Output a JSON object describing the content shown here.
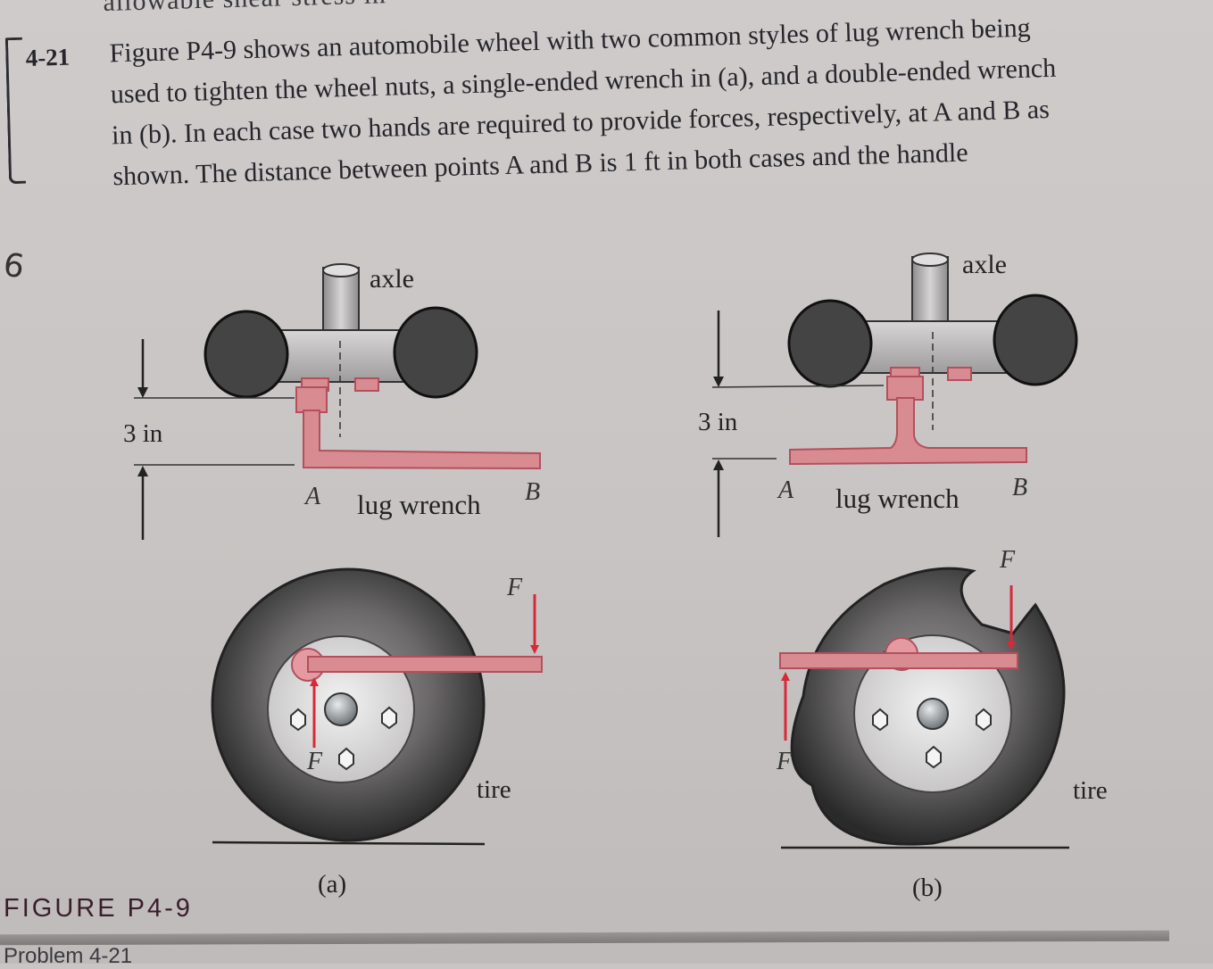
{
  "header_fragment": "allowable shear stress in",
  "problem": {
    "number": "4-21",
    "lines": [
      "Figure P4-9 shows an automobile wheel with two common styles of lug wrench being",
      "used to tighten the wheel nuts, a single-ended wrench in (a), and a double-ended wrench",
      "in (b). In each case two hands are required to provide forces, respectively, at A and B as",
      "shown. The distance between points A and B is 1 ft in both cases and the handle"
    ]
  },
  "handwritten_note": "6",
  "figure": {
    "panel_a": {
      "axle_label": "axle",
      "dimension_label": "3 in",
      "point_a": "A",
      "point_b": "B",
      "wrench_label": "lug wrench",
      "force_label_top": "F",
      "force_label_bottom": "F",
      "tire_label": "tire",
      "panel_label": "(a)"
    },
    "panel_b": {
      "axle_label": "axle",
      "dimension_label": "3 in",
      "point_a": "A",
      "point_b": "B",
      "wrench_label": "lug wrench",
      "force_label_top": "F",
      "force_label_bottom": "F",
      "tire_label": "tire",
      "panel_label": "(b)"
    },
    "caption": "FIGURE P4-9",
    "problem_ref": "Problem 4-21"
  },
  "colors": {
    "wrench": "#d98b92",
    "wrench_stroke": "#b2505c",
    "force_arrow": "#d62a3a",
    "tire_dark": "#2b2b2b",
    "hub_grey": "#b9b7b6",
    "caption": "#3a1d2d"
  }
}
